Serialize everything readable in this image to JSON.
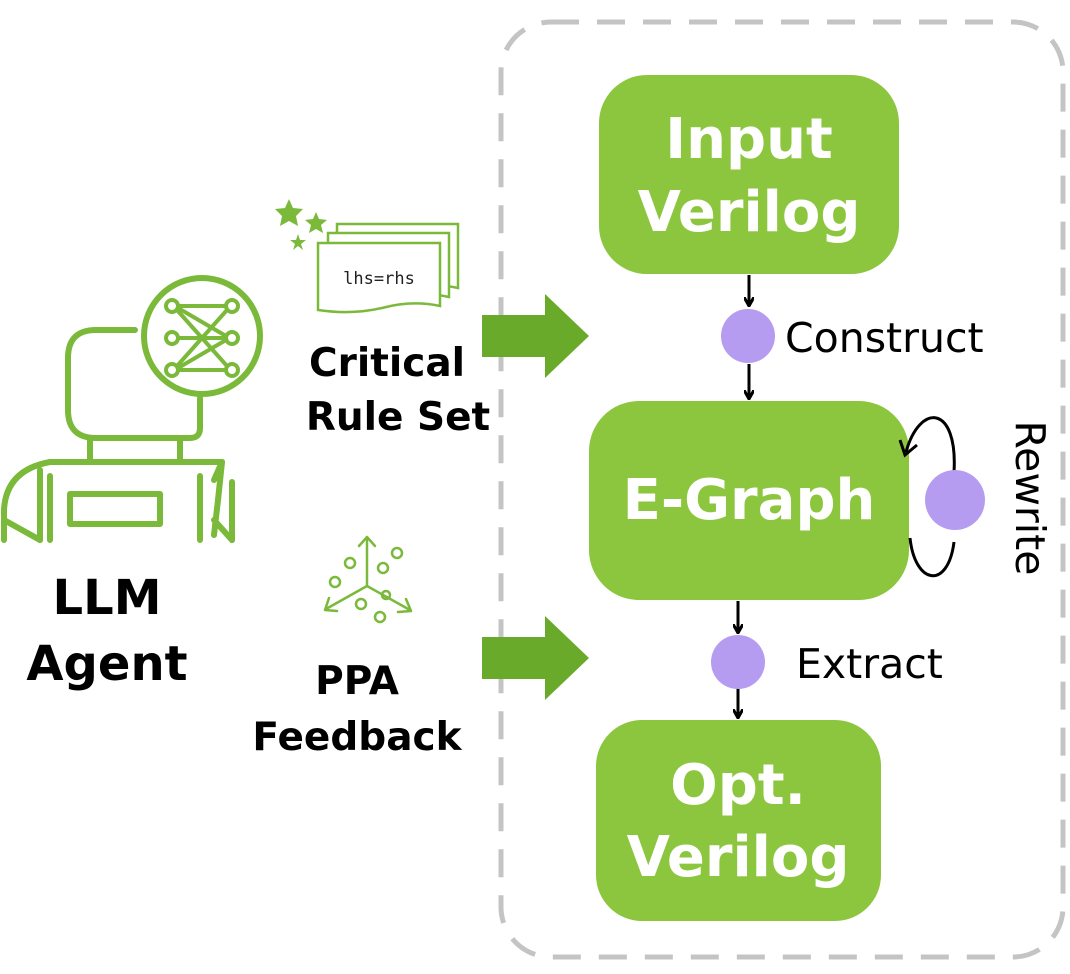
{
  "colors": {
    "box_fill": "#8cc63f",
    "icon_stroke": "#7ab939",
    "arrow_fill": "#6aaa2a",
    "node_fill": "#b69cf0",
    "container_border": "#c4c4c4"
  },
  "agent": {
    "icon": "robot-agent-neural-icon",
    "label_line1": "LLM",
    "label_line2": "Agent"
  },
  "inputs": {
    "rule_set": {
      "icon": "rule-documents-stars-icon",
      "code": "lhs=rhs",
      "label_line1": "Critical",
      "label_line2": "Rule Set"
    },
    "ppa": {
      "icon": "scatter-axes-icon",
      "label_line1": "PPA",
      "label_line2": "Feedback"
    }
  },
  "flow": {
    "input_box": {
      "line1": "Input",
      "line2": "Verilog"
    },
    "construct_label": "Construct",
    "egraph_box": {
      "line1": "E-Graph"
    },
    "rewrite_label": "Rewrite",
    "extract_label": "Extract",
    "output_box": {
      "line1": "Opt.",
      "line2": "Verilog"
    }
  }
}
